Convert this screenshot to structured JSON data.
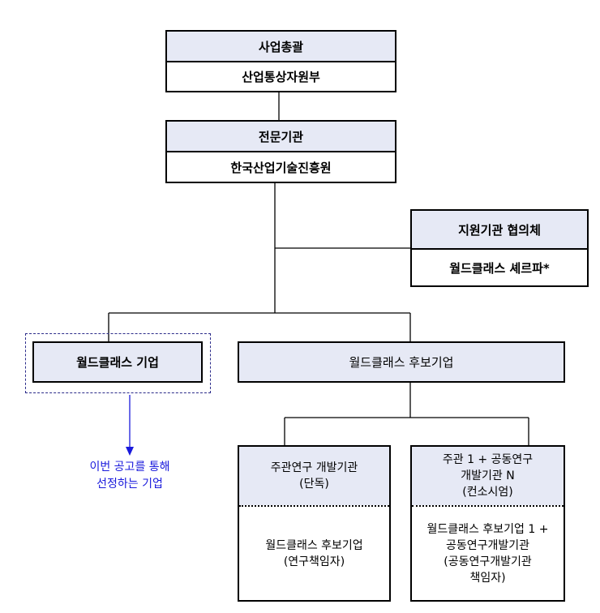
{
  "chart": {
    "supervisor": {
      "title": "사업총괄",
      "name": "산업통상자원부"
    },
    "agency": {
      "title": "전문기관",
      "name": "한국산업기술진흥원"
    },
    "support": {
      "title": "지원기관 협의체",
      "name": "월드클래스 셰르파*"
    },
    "selected": {
      "title": "월드클래스 기업"
    },
    "candidate": {
      "title": "월드클래스 후보기업"
    },
    "single": {
      "head_line1": "주관연구 개발기관",
      "head_line2": "(단독)",
      "body_line1": "월드클래스 후보기업",
      "body_line2": "(연구책임자)"
    },
    "consortium": {
      "head_line1": "주관 1 + 공동연구",
      "head_line2": "개발기관 N",
      "head_line3": "(컨소시엄)",
      "body_line1": "월드클래스 후보기업 1 +",
      "body_line2": "공동연구개발기관",
      "body_line3": "(공동연구개발기관",
      "body_line4": "책임자)"
    },
    "note": {
      "line1": "이번 공고를 통해",
      "line2": "선정하는 기업"
    }
  },
  "colors": {
    "header_fill": "#e6e9f5",
    "note_text": "#1a1adc",
    "arrow": "#1a1adc",
    "dashed_border": "#2b2b8a"
  }
}
